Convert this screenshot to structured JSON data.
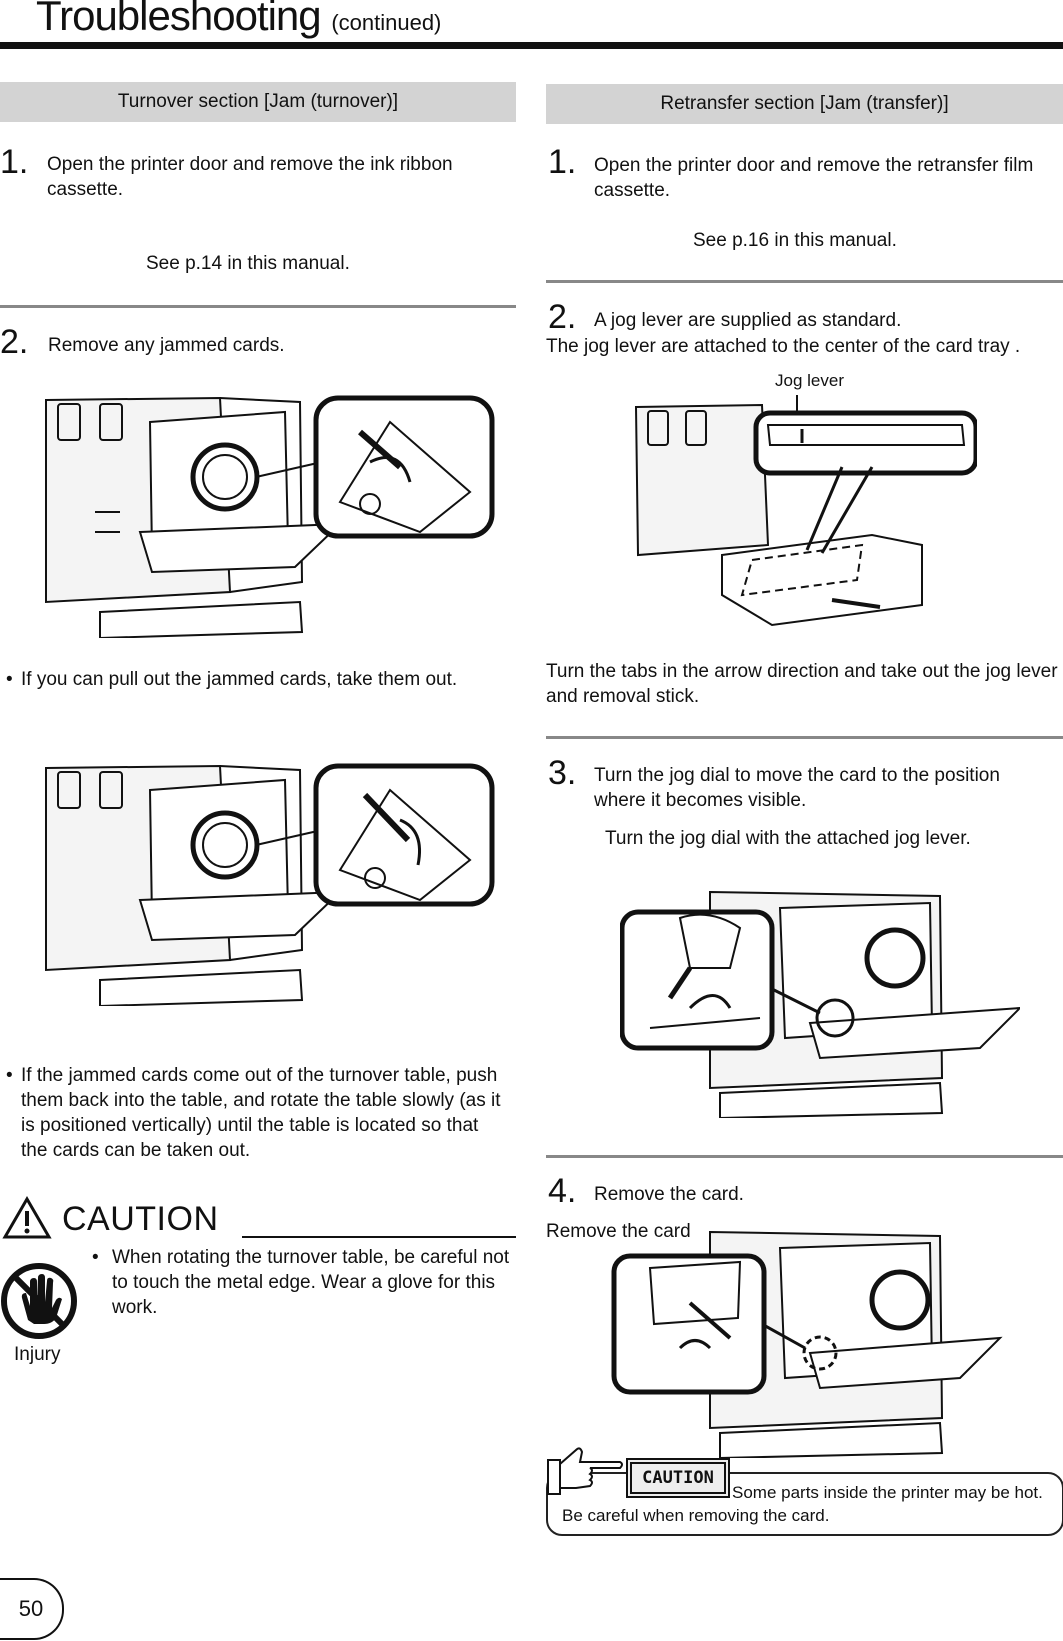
{
  "header": {
    "title": "Troubleshooting",
    "subtitle": "(continued)"
  },
  "left": {
    "section_title": "Turnover section [Jam (turnover)]",
    "step1": {
      "num": "1.",
      "text": "Open the printer door and remove the ink ribbon cassette.",
      "ref": "See p.14 in this manual."
    },
    "step2": {
      "num": "2.",
      "text": "Remove any jammed cards."
    },
    "bullet1": "If you can pull out the jammed cards, take them out.",
    "bullet2": "If the jammed cards come out of the turnover table, push them back into the table, and rotate the table slowly (as it is positioned vertically) until the table is located so that the cards can be taken out.",
    "caution": {
      "title": "CAUTION",
      "text": "When rotating the turnover table, be careful not to touch the metal edge. Wear a glove for this work.",
      "icon_label": "Injury"
    }
  },
  "right": {
    "section_title": "Retransfer section [Jam (transfer)]",
    "step1": {
      "num": "1.",
      "text": "Open the printer door and remove the retransfer film cassette.",
      "ref": "See p.16 in this manual."
    },
    "step2": {
      "num": "2.",
      "text": "A jog lever are supplied as standard.",
      "desc": "The jog lever are attached to the center of the card tray .",
      "callout": "Jog lever",
      "after": "Turn the tabs in the arrow direction and take out the jog lever and removal stick."
    },
    "step3": {
      "num": "3.",
      "text": "Turn the jog dial to move the card to the position where it becomes visible.",
      "sub": "Turn the jog dial with the attached jog lever."
    },
    "step4": {
      "num": "4.",
      "text": "Remove the card.",
      "sub": "Remove the card"
    },
    "note": {
      "badge": "CAUTION",
      "text": "Some parts inside the printer may be hot. Be careful when removing the card."
    }
  },
  "footer": {
    "page_number": "50"
  }
}
